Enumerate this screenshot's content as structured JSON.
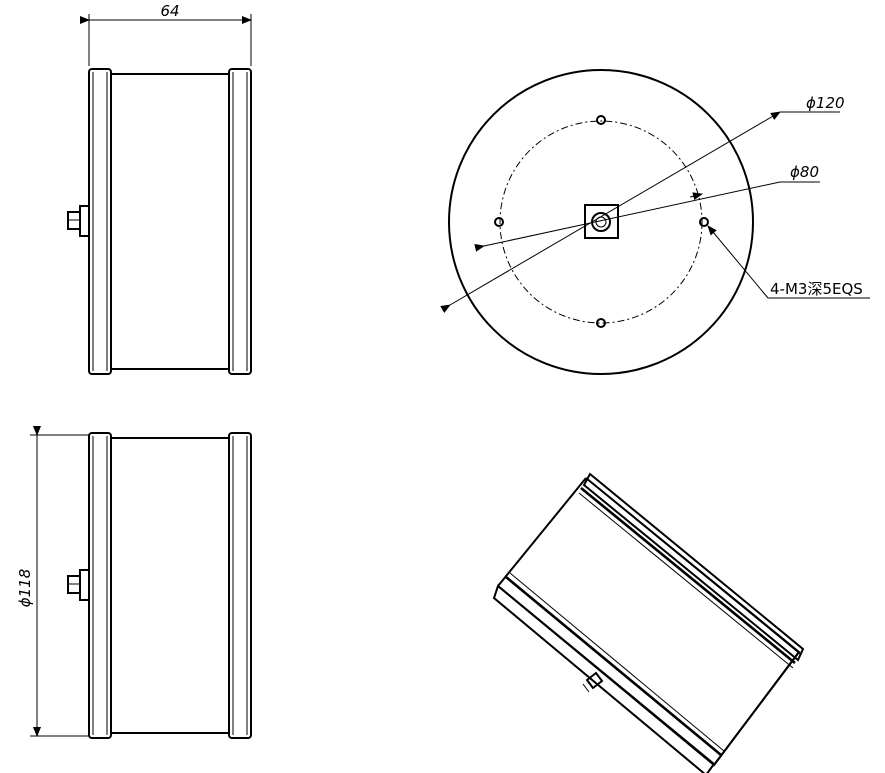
{
  "dimensions": {
    "width_label": "64",
    "diameter_label": "ϕ118",
    "bolt_circle_outer_label": "ϕ120",
    "bolt_circle_inner_label": "ϕ80",
    "hole_note_label": "4-M3深5EQS"
  }
}
